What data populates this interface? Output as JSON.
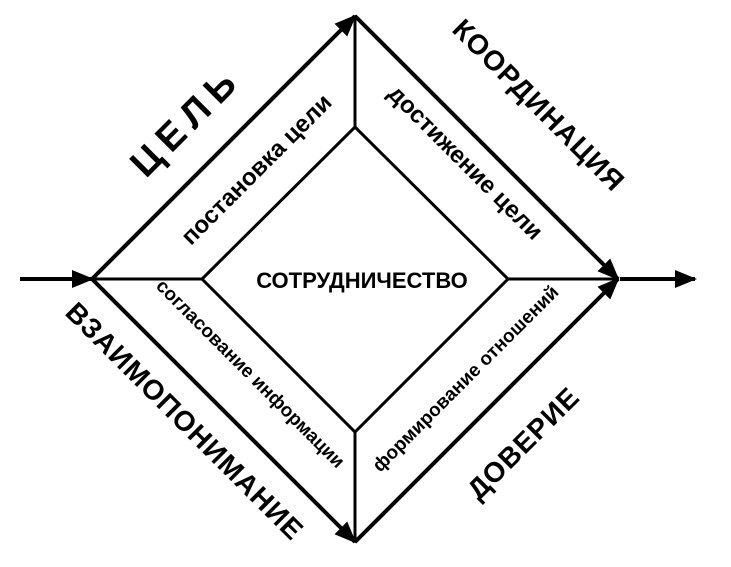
{
  "center": "СОТРУДНИЧЕСТВО",
  "outer_labels": {
    "top_left": "ЦЕЛЬ",
    "top_right": "КООРДИНАЦИЯ",
    "bottom_left": "ВЗАИМОПОНИМАНИЕ",
    "bottom_right": "ДОВЕРИЕ"
  },
  "edge_labels": {
    "top_left": "постановка цели",
    "top_right": "достижение цели",
    "bottom_left": "согласование информации",
    "bottom_right": "формирование отношений"
  }
}
